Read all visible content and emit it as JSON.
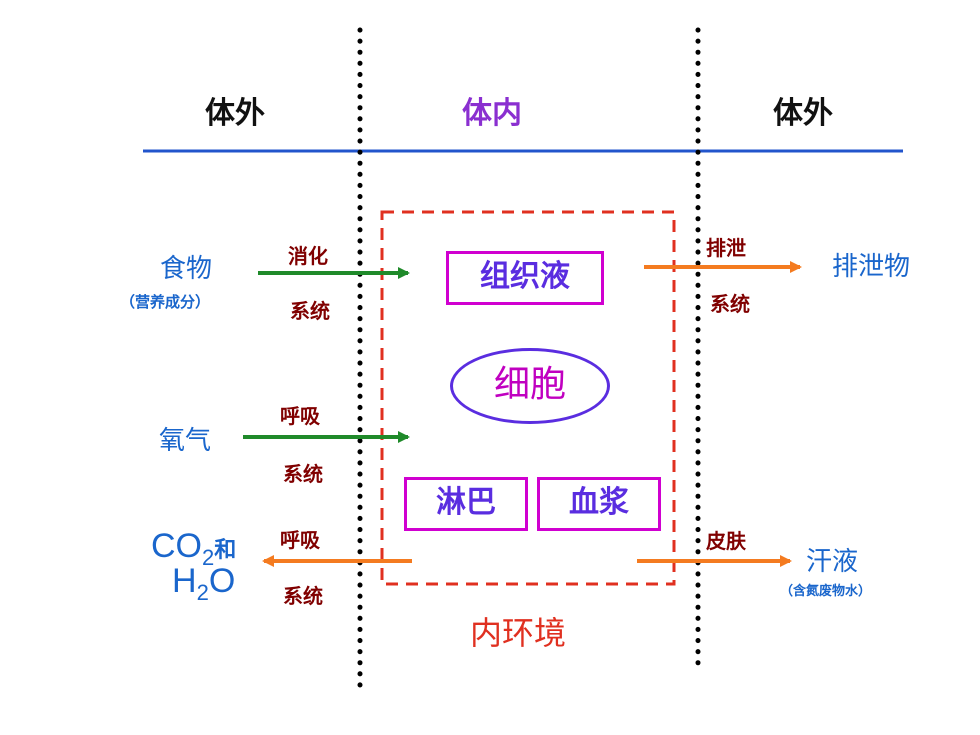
{
  "headers": {
    "left": "体外",
    "middle": "体内",
    "right": "体外"
  },
  "left_inputs": {
    "food": "食物",
    "food_note": "（营养成分）",
    "oxygen": "氧气",
    "co2_prefix": "CO",
    "co2_sub": "2",
    "co2_suffix": "和",
    "h2o_h": "H",
    "h2o_sub": "2",
    "h2o_o": "O"
  },
  "systems": {
    "digestive_1": "消化",
    "digestive_2": "系统",
    "resp_in_1": "呼吸",
    "resp_in_2": "系统",
    "resp_out_1": "呼吸",
    "resp_out_2": "系统",
    "excretory_1": "排泄",
    "excretory_2": "系统",
    "skin": "皮肤"
  },
  "right_outputs": {
    "excreta": "排泄物",
    "sweat": "汗液",
    "sweat_note": "（含氮废物水）"
  },
  "internal": {
    "tissue_fluid": "组织液",
    "cell": "细胞",
    "lymph": "淋巴",
    "plasma": "血浆",
    "environment": "内环境"
  },
  "colors": {
    "green_arrow": "#1f8a2a",
    "orange_arrow": "#f47b20",
    "blue_line": "#2255cc",
    "dashed_box": "#e03020",
    "box_border": "#d000d0"
  }
}
